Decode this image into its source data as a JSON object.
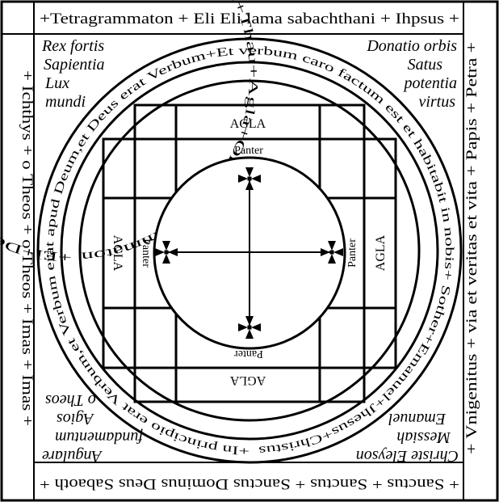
{
  "border": {
    "top": "+Tetragrammaton + Eli Eli lama sabachthani + Ihpsus +",
    "bottom": "+ Sanctus + Sanctus + Sanctus Dominus Deus Sabaoth +",
    "left": "+ Ichthys + o Theos + o Theos + Imas + Imas +",
    "right": "+ Vnigenitus + via et veritas et vita + Papis + Petra +"
  },
  "corners": {
    "top_left": [
      "Rex fortis",
      "Sapientia",
      "Lux",
      "mundi"
    ],
    "top_right": [
      "Donatio orbis",
      "Satus",
      "potentia",
      "virtus"
    ],
    "bottom_left": [
      "Angulare",
      "fundamentum",
      "Agios",
      "o Theos"
    ],
    "bottom_right": [
      "Christe Eleyson",
      "Messiah",
      "Emanuel"
    ]
  },
  "rings": {
    "outer": "+In principio erat Verbum,et Verbum erat apud Deum,et Deus erat Verbum+Et verbum caro factum est et habitabit in nobis+ Sother+Emanuel+Jhesus+Christus",
    "inner": "+El+Deus propitius esto mihi peccatori+Mea turris fortitudinis a facie inimici+Thau+Agla+On+Tetragrammaton"
  },
  "labels": {
    "agla": "AGLA",
    "panter": "Panter"
  },
  "icons": [
    "cross-pattee-icon"
  ]
}
